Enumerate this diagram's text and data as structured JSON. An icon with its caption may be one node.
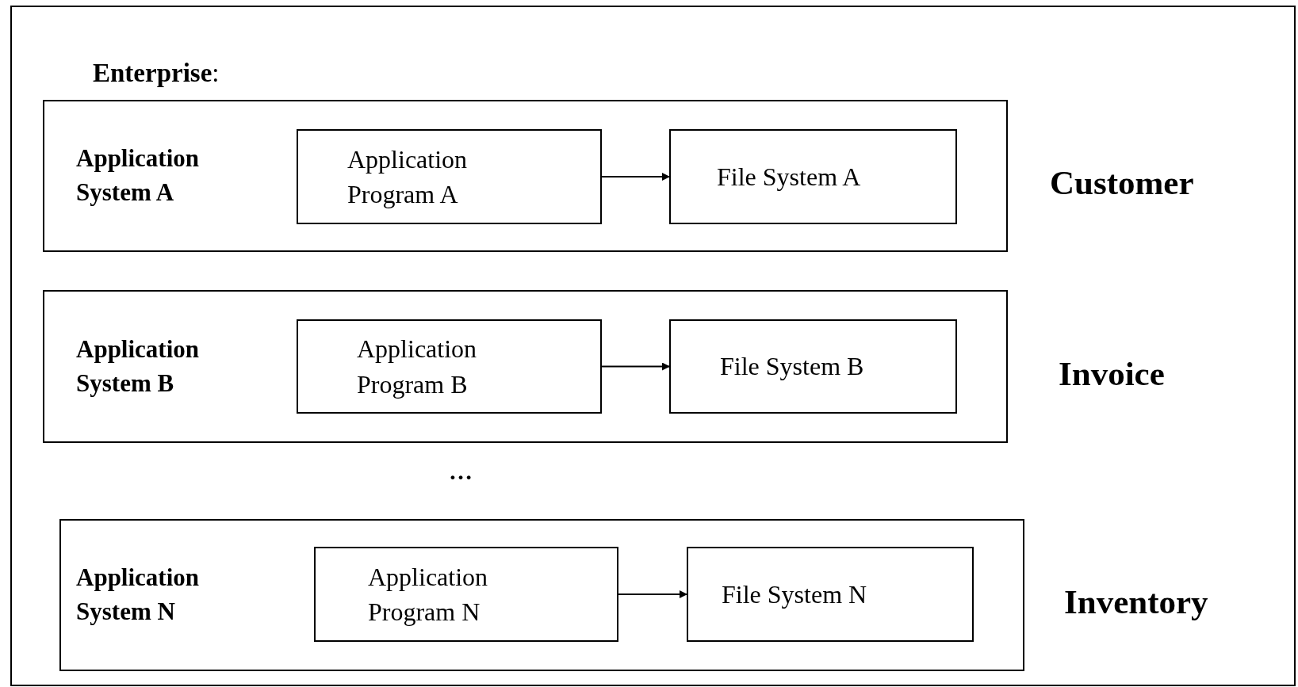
{
  "diagram": {
    "nodes": [
      {
        "text": [
          "**Enterprise**:"
        ]
      },
      {
        "text": [
          "Application System A"
        ],
        "in": 0,
        "beside": [
          "Customer"
        ]
      },
      {
        "text": [
          "Application Program A"
        ],
        "in": 1
      },
      {
        "text": [
          "File System A"
        ],
        "in": 1
      },
      {
        "text": [
          "Application System B"
        ],
        "in": 0,
        "beside": [
          "Invoice"
        ]
      },
      {
        "text": [
          "Application Program B"
        ],
        "in": 4
      },
      {
        "text": [
          "File System B"
        ],
        "in": 4
      },
      {
        "text": [
          "Application System N"
        ],
        "in": 0,
        "beside": [
          "Inventory"
        ]
      },
      {
        "text": [
          "Application Program N"
        ],
        "in": 7
      },
      {
        "text": [
          "File System N"
        ],
        "in": 7
      }
    ],
    "edges": [
      {
        "from": 2,
        "to": 3,
        "arrow": "to"
      },
      {
        "from": 5,
        "to": 6,
        "arrow": "to"
      },
      {
        "from": 8,
        "to": 9,
        "arrow": "to"
      }
    ],
    "labels": [
      "…"
    ]
  }
}
